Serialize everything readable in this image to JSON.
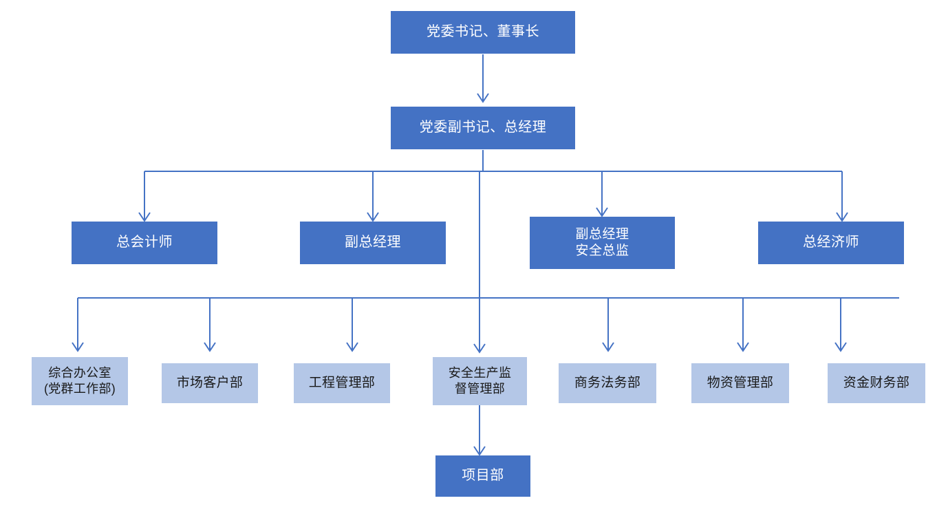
{
  "chart": {
    "type": "org-chart",
    "title": "",
    "palette": {
      "executive_fill": "#4472C4",
      "executive_text": "#FFFFFF",
      "department_fill": "#B4C7E7",
      "department_text": "#1A1A1A",
      "connector": "#4472C4",
      "background": "#FFFFFF"
    },
    "levels": [
      {
        "level": 1,
        "nodes": [
          {
            "id": "chairman",
            "label": "党委书记、董事长",
            "style": "executive"
          }
        ]
      },
      {
        "level": 2,
        "nodes": [
          {
            "id": "gm",
            "label": "党委副书记、总经理",
            "style": "executive"
          }
        ]
      },
      {
        "level": 3,
        "nodes": [
          {
            "id": "chief-accountant",
            "label": "总会计师",
            "style": "executive"
          },
          {
            "id": "deputy-gm",
            "label": "副总经理",
            "style": "executive"
          },
          {
            "id": "deputy-gm-safety",
            "label": "副总经理\n安全总监",
            "style": "executive"
          },
          {
            "id": "chief-economist",
            "label": "总经济师",
            "style": "executive"
          }
        ]
      },
      {
        "level": 4,
        "nodes": [
          {
            "id": "general-office",
            "label": "综合办公室\n(党群工作部)",
            "style": "department"
          },
          {
            "id": "market-customer",
            "label": "市场客户部",
            "style": "department"
          },
          {
            "id": "engineering-mgmt",
            "label": "工程管理部",
            "style": "department"
          },
          {
            "id": "safety-production",
            "label": "安全生产监\n督管理部",
            "style": "department"
          },
          {
            "id": "business-legal",
            "label": "商务法务部",
            "style": "department"
          },
          {
            "id": "materials-mgmt",
            "label": "物资管理部",
            "style": "department"
          },
          {
            "id": "finance-funds",
            "label": "资金财务部",
            "style": "department"
          }
        ]
      },
      {
        "level": 5,
        "nodes": [
          {
            "id": "project-dept",
            "label": "项目部",
            "style": "executive"
          }
        ]
      }
    ],
    "edges": [
      {
        "from": "chairman",
        "to": "gm"
      },
      {
        "from": "gm",
        "to": "chief-accountant"
      },
      {
        "from": "gm",
        "to": "deputy-gm"
      },
      {
        "from": "gm",
        "to": "deputy-gm-safety"
      },
      {
        "from": "gm",
        "to": "chief-economist"
      },
      {
        "from": "deputy-gm-safety",
        "to": "general-office"
      },
      {
        "from": "deputy-gm-safety",
        "to": "market-customer"
      },
      {
        "from": "deputy-gm-safety",
        "to": "engineering-mgmt"
      },
      {
        "from": "deputy-gm-safety",
        "to": "safety-production"
      },
      {
        "from": "deputy-gm-safety",
        "to": "business-legal"
      },
      {
        "from": "deputy-gm-safety",
        "to": "materials-mgmt"
      },
      {
        "from": "deputy-gm-safety",
        "to": "finance-funds"
      },
      {
        "from": "safety-production",
        "to": "project-dept"
      }
    ]
  }
}
